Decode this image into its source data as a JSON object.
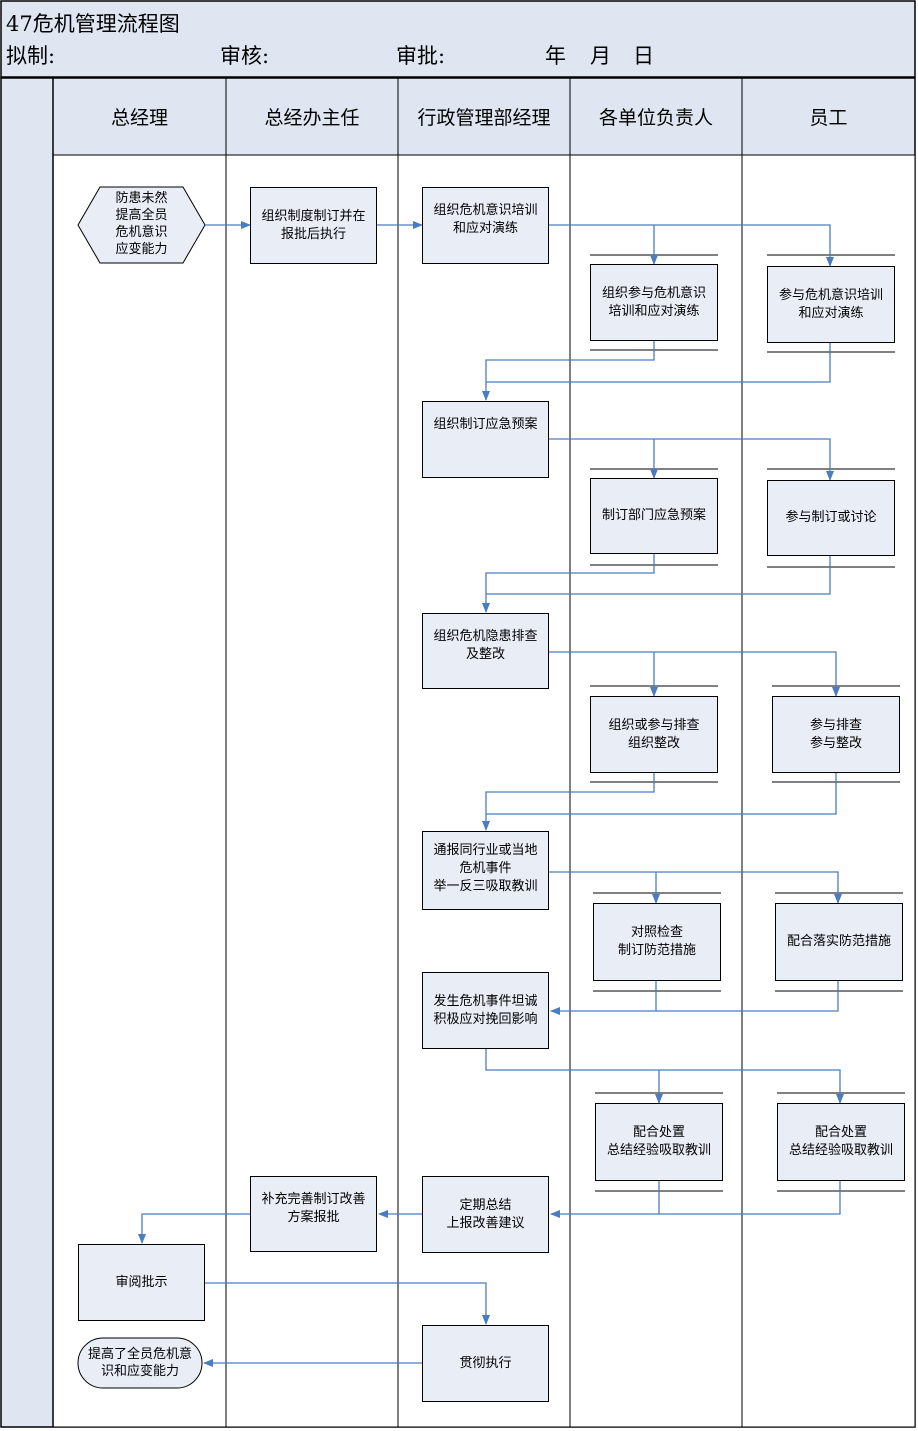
{
  "header": {
    "title": "47危机管理流程图",
    "drafted_label": "拟制:",
    "reviewed_label": "审核:",
    "approved_label": "审批:",
    "year_label": "年",
    "month_label": "月",
    "day_label": "日"
  },
  "lanes": [
    "总经理",
    "总经办主任",
    "行政管理部经理",
    "各单位负责人",
    "员工"
  ],
  "colors": {
    "fill": "#e8edf6",
    "arrow": "#4a7cc1",
    "header_bg": "#dfe6f1"
  },
  "nodes": {
    "start": "防患未然\n提高全员\n危机意识\n应变能力",
    "policy": "组织制度制订并在\n报批后执行",
    "training": "组织危机意识培训\n和应对演练",
    "unit_training": "组织参与危机意识\n培训和应对演练",
    "staff_training": "参与危机意识培训\n和应对演练",
    "plan": "组织制订应急预案",
    "unit_plan": "制订部门应急预案",
    "staff_plan": "参与制订或讨论",
    "hazard": "组织危机隐患排查\n及整改",
    "unit_hazard": "组织或参与排查\n组织整改",
    "staff_hazard": "参与排查\n参与整改",
    "notify": "通报同行业或当地\n危机事件\n举一反三吸取教训",
    "unit_check": "对照检查\n制订防范措施",
    "staff_check": "配合落实防范措施",
    "respond": "发生危机事件坦诚\n积极应对挽回影响",
    "unit_handle": "配合处置\n总结经验吸取教训",
    "staff_handle": "配合处置\n总结经验吸取教训",
    "summary": "定期总结\n上报改善建议",
    "improve": "补充完善制订改善\n方案报批",
    "review": "审阅批示",
    "execute": "贯彻执行",
    "end": "提高了全员危机意\n识和应变能力"
  }
}
